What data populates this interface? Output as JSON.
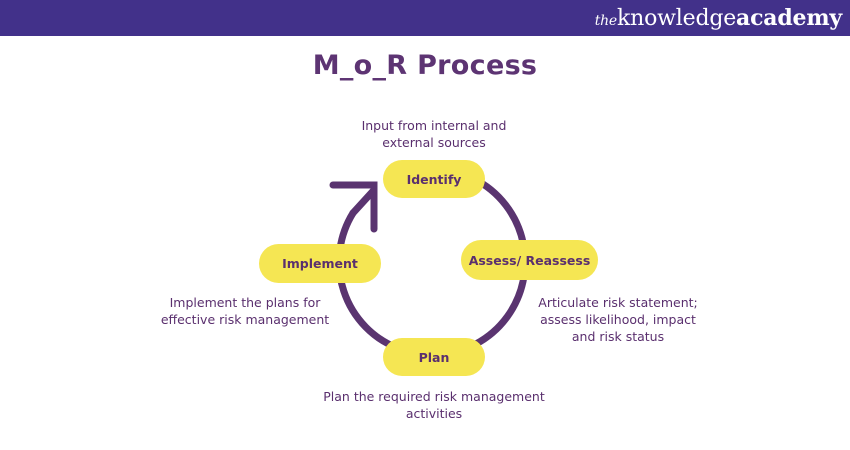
{
  "header": {
    "logo_prefix": "the",
    "logo_word1": "knowledge",
    "logo_word2": "academy",
    "background_color": "#42318A"
  },
  "title": "M_o_R Process",
  "colors": {
    "primary_text": "#5D3473",
    "pill_fill": "#F5E653",
    "ring_stroke": "#5A3470"
  },
  "steps": [
    {
      "id": "identify",
      "label": "Identify",
      "description_lines": [
        "Input from internal and",
        "external sources"
      ]
    },
    {
      "id": "assess",
      "label": "Assess/ Reassess",
      "description_lines": [
        "Articulate risk statement;",
        "assess likelihood, impact",
        "and risk status"
      ]
    },
    {
      "id": "plan",
      "label": "Plan",
      "description_lines": [
        "Plan the required risk management",
        "activities"
      ]
    },
    {
      "id": "implement",
      "label": "Implement",
      "description_lines": [
        "Implement the plans for",
        "effective risk management"
      ]
    }
  ],
  "flow": [
    "Identify",
    "Assess/ Reassess",
    "Plan",
    "Implement",
    "Identify"
  ]
}
